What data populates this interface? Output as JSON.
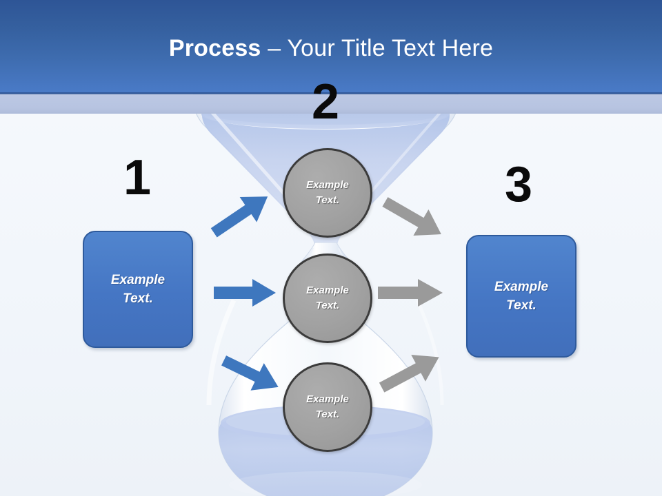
{
  "slide": {
    "title_strong": "Process ",
    "title_rest": "– Your Title Text Here",
    "background_color": "#F4F7FB",
    "header_color_top": "#2E5596",
    "header_color_bottom": "#4A7BC8",
    "sub_band_color": "#B9C6E2"
  },
  "steps": [
    {
      "number": "1",
      "label": "Example\nText.",
      "shape": "rounded-rectangle",
      "fill": "#4576C4",
      "text_color": "#FFFFFF"
    },
    {
      "number": "2",
      "label": "",
      "shape": "hourglass-column",
      "fill": "#A2A2A2",
      "text_color": "#FFFFFF"
    },
    {
      "number": "3",
      "label": "Example\nText.",
      "shape": "rounded-rectangle",
      "fill": "#4576C4",
      "text_color": "#FFFFFF"
    }
  ],
  "circles": [
    {
      "label": "Example\nText.",
      "fill": "#A2A2A2",
      "border": "#3B3B3B"
    },
    {
      "label": "Example\nText.",
      "fill": "#A2A2A2",
      "border": "#3B3B3B"
    },
    {
      "label": "Example\nText.",
      "fill": "#A2A2A2",
      "border": "#3B3B3B"
    }
  ],
  "arrows": [
    {
      "name": "inbound-top",
      "direction": "up-right",
      "color": "#3E77BE"
    },
    {
      "name": "inbound-middle",
      "direction": "right",
      "color": "#3E77BE"
    },
    {
      "name": "inbound-bottom",
      "direction": "down-right",
      "color": "#3E77BE"
    },
    {
      "name": "outbound-top",
      "direction": "down-right",
      "color": "#9A9A9A"
    },
    {
      "name": "outbound-middle",
      "direction": "right",
      "color": "#9A9A9A"
    },
    {
      "name": "outbound-bottom",
      "direction": "up-right",
      "color": "#9A9A9A"
    }
  ],
  "artwork": {
    "name": "hourglass",
    "sand_color": "#C2D0EE",
    "glass_color": "#FFFFFF",
    "top_bulb": "cone",
    "bottom_bulb": "rounded"
  }
}
